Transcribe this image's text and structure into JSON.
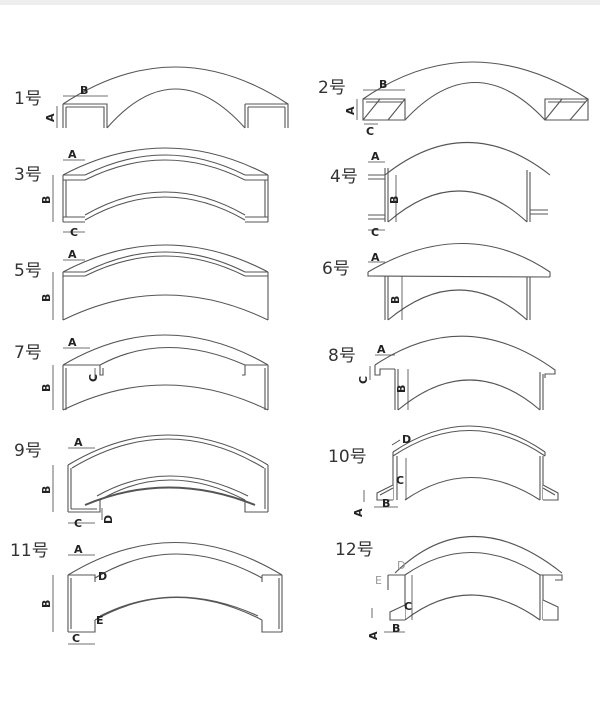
{
  "profiles": [
    {
      "label": "1号",
      "dims": [
        "A",
        "B"
      ]
    },
    {
      "label": "2号",
      "dims": [
        "A",
        "B",
        "C"
      ]
    },
    {
      "label": "3号",
      "dims": [
        "A",
        "B",
        "C"
      ]
    },
    {
      "label": "4号",
      "dims": [
        "A",
        "B",
        "C"
      ]
    },
    {
      "label": "5号",
      "dims": [
        "A",
        "B"
      ]
    },
    {
      "label": "6号",
      "dims": [
        "A",
        "B"
      ]
    },
    {
      "label": "7号",
      "dims": [
        "A",
        "B",
        "C"
      ]
    },
    {
      "label": "8号",
      "dims": [
        "A",
        "B",
        "C"
      ]
    },
    {
      "label": "9号",
      "dims": [
        "A",
        "B",
        "C",
        "D"
      ]
    },
    {
      "label": "10号",
      "dims": [
        "A",
        "B",
        "C",
        "D"
      ]
    },
    {
      "label": "11号",
      "dims": [
        "A",
        "B",
        "C",
        "D",
        "E"
      ]
    },
    {
      "label": "12号",
      "dims": [
        "A",
        "B",
        "C",
        "D",
        "E"
      ]
    }
  ]
}
